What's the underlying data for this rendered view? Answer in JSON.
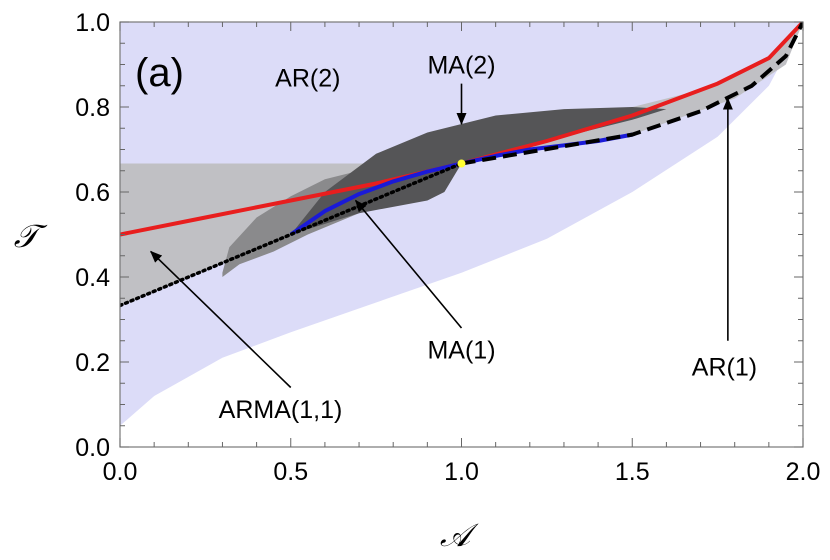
{
  "chart_data": {
    "type": "line",
    "panel_label": "(a)",
    "xlabel": "𝒜",
    "ylabel": "𝒯",
    "xlim": [
      0,
      2
    ],
    "ylim": [
      0,
      1
    ],
    "xticks": [
      0.0,
      0.5,
      1.0,
      1.5,
      2.0
    ],
    "xtick_labels": [
      "0.0",
      "0.5",
      "1.0",
      "1.5",
      "2.0"
    ],
    "yticks": [
      0.0,
      0.2,
      0.4,
      0.6,
      0.8,
      1.0
    ],
    "ytick_labels": [
      "0.0",
      "0.2",
      "0.4",
      "0.6",
      "0.8",
      "1.0"
    ],
    "grid": false,
    "regions": [
      {
        "label": "AR(2)",
        "color": "#dcdcf8",
        "boundary": [
          [
            0.0,
            0.05
          ],
          [
            0.1,
            0.12
          ],
          [
            0.3,
            0.21
          ],
          [
            0.5,
            0.27
          ],
          [
            0.75,
            0.34
          ],
          [
            1.0,
            0.41
          ],
          [
            1.25,
            0.49
          ],
          [
            1.5,
            0.6
          ],
          [
            1.75,
            0.73
          ],
          [
            1.9,
            0.85
          ],
          [
            2.0,
            1.0
          ],
          [
            2.0,
            1.0
          ],
          [
            0.0,
            1.0
          ]
        ]
      },
      {
        "label": "ARMA(1,1)",
        "color": "#c0c0c4",
        "boundary": [
          [
            0.0,
            0.333
          ],
          [
            0.3,
            0.434
          ],
          [
            0.6,
            0.538
          ],
          [
            1.0,
            0.667
          ],
          [
            1.0,
            0.667
          ],
          [
            0.0,
            0.667
          ]
        ]
      },
      {
        "label": "ARMA(1,1)",
        "color": "#c0c0c4",
        "boundary": [
          [
            1.0,
            0.667
          ],
          [
            1.5,
            0.735
          ],
          [
            1.8,
            0.82
          ],
          [
            1.95,
            0.9
          ],
          [
            2.0,
            1.0
          ],
          [
            1.9,
            0.92
          ],
          [
            1.7,
            0.84
          ],
          [
            1.5,
            0.8
          ],
          [
            1.3,
            0.77
          ],
          [
            1.0,
            0.667
          ]
        ]
      },
      {
        "label": "",
        "color": "#8a8a8c",
        "boundary": [
          [
            0.3,
            0.41
          ],
          [
            0.32,
            0.47
          ],
          [
            0.4,
            0.54
          ],
          [
            0.5,
            0.59
          ],
          [
            0.6,
            0.63
          ],
          [
            0.75,
            0.66
          ],
          [
            1.0,
            0.667
          ],
          [
            0.95,
            0.64
          ],
          [
            0.85,
            0.6
          ],
          [
            0.7,
            0.55
          ],
          [
            0.55,
            0.5
          ],
          [
            0.45,
            0.46
          ],
          [
            0.35,
            0.43
          ],
          [
            0.3,
            0.4
          ]
        ]
      },
      {
        "label": "MA(2)",
        "color": "#555557",
        "boundary": [
          [
            0.5,
            0.5
          ],
          [
            0.6,
            0.6
          ],
          [
            0.75,
            0.69
          ],
          [
            0.9,
            0.74
          ],
          [
            1.1,
            0.78
          ],
          [
            1.3,
            0.795
          ],
          [
            1.5,
            0.8
          ],
          [
            1.6,
            0.795
          ],
          [
            1.5,
            0.77
          ],
          [
            1.2,
            0.71
          ],
          [
            1.0,
            0.667
          ],
          [
            0.95,
            0.6
          ],
          [
            0.9,
            0.58
          ],
          [
            0.7,
            0.55
          ],
          [
            0.5,
            0.5
          ]
        ]
      }
    ],
    "series": [
      {
        "name": "AR(1)",
        "color": "#e81e1e",
        "style": "solid",
        "x": [
          0.0,
          0.25,
          0.5,
          0.75,
          1.0,
          1.25,
          1.5,
          1.75,
          1.9,
          2.0
        ],
        "y": [
          0.5,
          0.54,
          0.58,
          0.62,
          0.667,
          0.72,
          0.78,
          0.855,
          0.915,
          1.0
        ]
      },
      {
        "name": "MA(1)",
        "color": "#1a1ad8",
        "style": "solid",
        "x": [
          0.5,
          0.6,
          0.7,
          0.8,
          0.9,
          1.0,
          1.1,
          1.2,
          1.3,
          1.4,
          1.5
        ],
        "y": [
          0.5,
          0.555,
          0.595,
          0.625,
          0.648,
          0.667,
          0.685,
          0.7,
          0.71,
          0.72,
          0.735
        ]
      },
      {
        "name": "ARMA(1,1)",
        "color": "#000000",
        "style": "dotted",
        "x": [
          0.0,
          1.0
        ],
        "y": [
          0.333,
          0.667
        ]
      },
      {
        "name": "AR(1)",
        "color": "#000000",
        "style": "dashed",
        "x": [
          1.0,
          1.5,
          1.7,
          1.85,
          1.95,
          2.0
        ],
        "y": [
          0.667,
          0.735,
          0.79,
          0.85,
          0.92,
          1.0
        ]
      }
    ],
    "points": [
      {
        "x": 1.0,
        "y": 0.667,
        "color": "#ffff33"
      }
    ],
    "annotations": [
      {
        "text": "AR(2)",
        "x": 0.55,
        "y": 0.87,
        "arrow": null
      },
      {
        "text": "MA(2)",
        "x": 1.0,
        "y": 0.9,
        "arrow": {
          "from": [
            1.0,
            0.855
          ],
          "to": [
            1.0,
            0.76
          ]
        }
      },
      {
        "text": "MA(1)",
        "x": 1.0,
        "y": 0.23,
        "arrow": {
          "from": [
            1.0,
            0.28
          ],
          "to": [
            0.69,
            0.58
          ]
        }
      },
      {
        "text": "ARMA(1,1)",
        "x": 0.47,
        "y": 0.09,
        "arrow": {
          "from": [
            0.5,
            0.14
          ],
          "to": [
            0.09,
            0.46
          ]
        }
      },
      {
        "text": "AR(1)",
        "x": 1.77,
        "y": 0.19,
        "arrow": {
          "from": [
            1.78,
            0.25
          ],
          "to": [
            1.78,
            0.82
          ]
        }
      }
    ]
  }
}
